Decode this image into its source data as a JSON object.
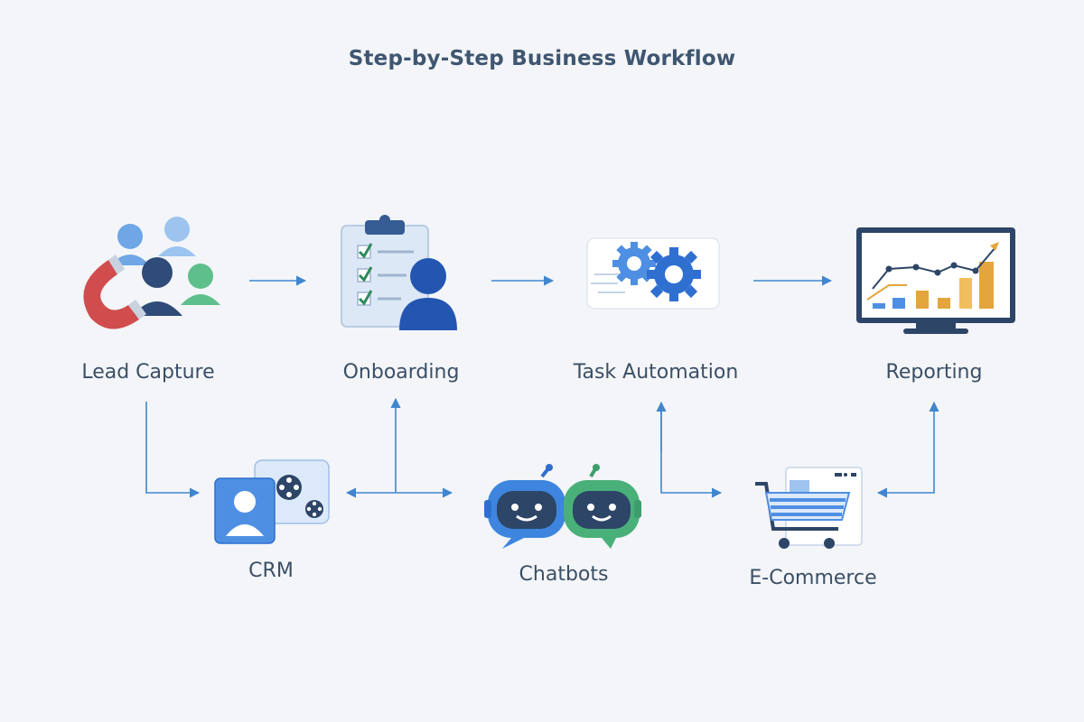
{
  "title": "Step-by-Step Business Workflow",
  "colors": {
    "background": "#f3f5f8",
    "arrow": "#3f86cf",
    "title": "#3f5671",
    "label": "#3b4f66",
    "accent_blue": "#2f6fd0",
    "accent_green": "#4ab07a",
    "accent_gold": "#e3a53c"
  },
  "nodes": {
    "lead_capture": {
      "label": "Lead Capture",
      "icon": "magnet-people-icon"
    },
    "onboarding": {
      "label": "Onboarding",
      "icon": "clipboard-user-icon"
    },
    "task_automation": {
      "label": "Task Automation",
      "icon": "gears-icon"
    },
    "reporting": {
      "label": "Reporting",
      "icon": "monitor-chart-icon"
    },
    "crm": {
      "label": "CRM",
      "icon": "crm-contact-icon"
    },
    "chatbots": {
      "label": "Chatbots",
      "icon": "chatbot-icon"
    },
    "ecommerce": {
      "label": "E-Commerce",
      "icon": "shopping-cart-icon"
    }
  },
  "edges": [
    {
      "from": "Lead Capture",
      "to": "Onboarding"
    },
    {
      "from": "Onboarding",
      "to": "Task Automation"
    },
    {
      "from": "Task Automation",
      "to": "Reporting"
    },
    {
      "from": "Lead Capture",
      "to": "CRM"
    },
    {
      "from": "CRM",
      "to": "Onboarding"
    },
    {
      "from": "Onboarding",
      "to": "CRM"
    },
    {
      "from": "Onboarding",
      "to": "Chatbots"
    },
    {
      "from": "Task Automation",
      "to": "E-Commerce"
    },
    {
      "from": "E-Commerce",
      "to": "Task Automation"
    },
    {
      "from": "E-Commerce",
      "to": "Reporting"
    }
  ]
}
